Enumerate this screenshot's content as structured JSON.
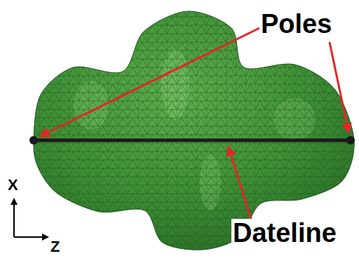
{
  "diagram": {
    "labels": [
      "Poles",
      "Dateline",
      "X",
      "Z"
    ]
  }
}
